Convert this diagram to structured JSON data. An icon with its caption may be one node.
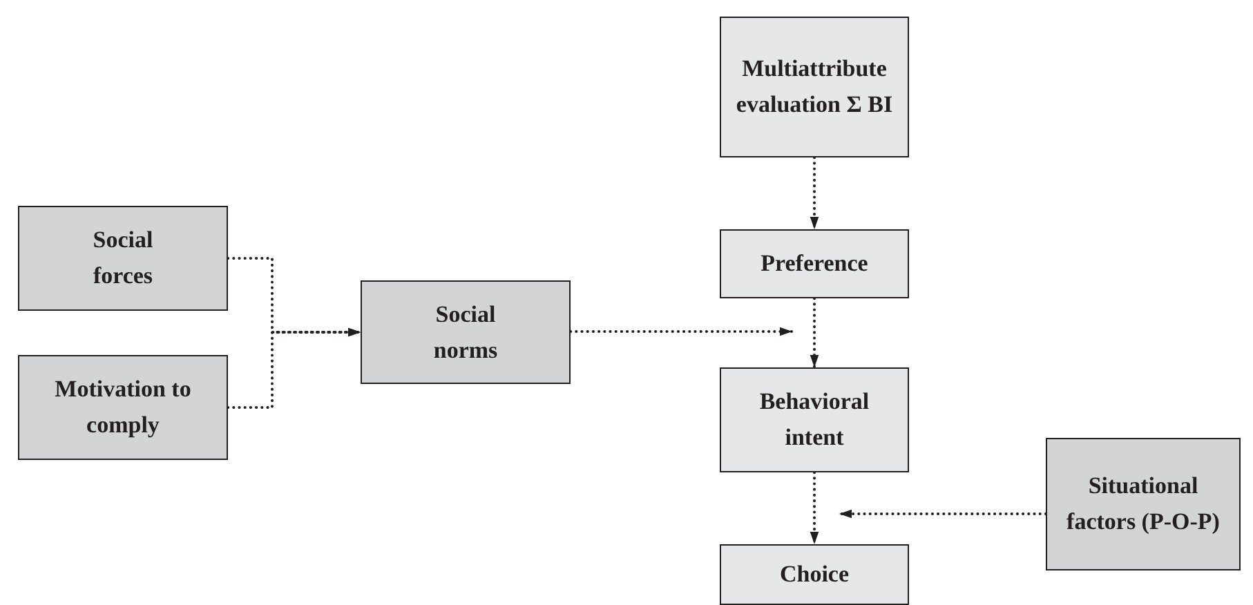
{
  "diagram": {
    "nodes": [
      {
        "text": [
          "Multiattribute evaluation Σ BI"
        ]
      },
      {
        "text": [
          "Preference"
        ]
      },
      {
        "text": [
          "Social forces"
        ]
      },
      {
        "text": [
          "Motivation to comply"
        ]
      },
      {
        "text": [
          "Social norms"
        ]
      },
      {
        "text": [
          "Behavioral intent"
        ]
      },
      {
        "text": [
          "Situational factors (P-O-P)"
        ]
      },
      {
        "text": [
          "Choice"
        ]
      }
    ],
    "edges": [
      {
        "from": 0,
        "to": 1,
        "arrow": "to",
        "style": "dashed"
      },
      {
        "from": 1,
        "to": 5,
        "arrow": "to",
        "style": "dashed"
      },
      {
        "from": 2,
        "to": 4,
        "arrow": "to",
        "style": "dashed"
      },
      {
        "from": 3,
        "to": 4,
        "arrow": "to",
        "style": "dashed"
      },
      {
        "from": 4,
        "to": 5,
        "arrow": "to",
        "style": "dashed"
      },
      {
        "from": 5,
        "to": 7,
        "arrow": "to",
        "style": "dashed"
      },
      {
        "from": 6,
        "to": 7,
        "arrow": "to",
        "style": "dashed"
      }
    ]
  }
}
